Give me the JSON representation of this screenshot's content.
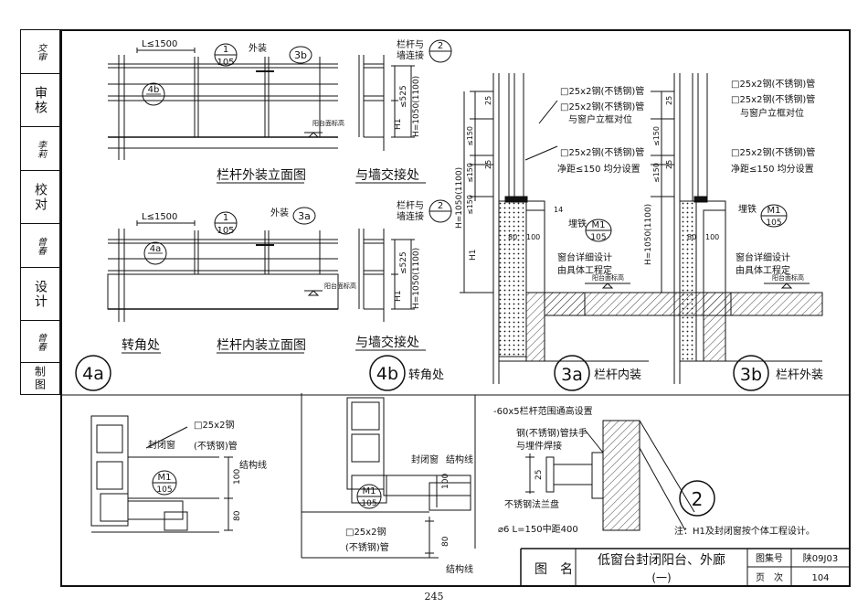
{
  "sidebar": {
    "cells": [
      "交审",
      "审核",
      "李莉",
      "校对",
      "曾春",
      "设计",
      "曾春",
      "制图"
    ]
  },
  "top_left": {
    "len_label": "L≤1500",
    "callout_num": "1",
    "callout_den": "105",
    "waizhuang": "外装",
    "callout3b": "3b",
    "wall_label1": "栏杆与",
    "wall_label2": "墙连接",
    "callout_2": "2",
    "c4b": "4b",
    "h525": "≤525",
    "h1": "H1",
    "h1050": "H=1050(1100)",
    "yangtai": "阳台面标高",
    "title_elev": "栏杆外装立面图",
    "title_wall": "与墙交接处"
  },
  "mid_left": {
    "len_label": "L≤1500",
    "callout_num": "1",
    "callout_den": "105",
    "waizhuang": "外装",
    "callout3a": "3a",
    "wall_label1": "栏杆与",
    "wall_label2": "墙连接",
    "callout_2": "2",
    "c4a": "4a",
    "h525": "≤525",
    "h1": "H1",
    "h1050": "H=1050(1100)",
    "yangtai": "阳台面标高",
    "title_corner": "转角处",
    "title_elev": "栏杆内装立面图",
    "title_wall": "与墙交接处"
  },
  "labels_4": {
    "a": "4a",
    "b": "4b",
    "corner": "转角处"
  },
  "section_3a": {
    "pipe1": "□25x2钢(不锈钢)管",
    "pipe2": "□25x2钢(不锈钢)管",
    "pipe2b": "与窗户立框对位",
    "pipe3": "□25x2钢(不锈钢)管",
    "pipe3b": "净距≤150 均分设置",
    "d25": "25",
    "d150": "≤150",
    "d150b": "≤150",
    "d25b": "25",
    "d150c": "≤150",
    "h": "H=1050(1100)",
    "h1": "H1",
    "d80": "80",
    "d100": "100",
    "d14": "14",
    "m1": "M1",
    "m1den": "105",
    "maitie": "埋铁",
    "note1": "窗台详细设计",
    "note2": "由具体工程定",
    "yangtai": "阳台面标高",
    "label": "3a",
    "caption": "栏杆内装"
  },
  "section_3b": {
    "pipe1": "□25x2钢(不锈钢)管",
    "pipe2": "□25x2钢(不锈钢)管",
    "pipe2b": "与窗户立框对位",
    "pipe3": "□25x2钢(不锈钢)管",
    "pipe3b": "净距≤150 均分设置",
    "d25": "25",
    "d150": "≤150",
    "d150b": "≤150",
    "d25b": "25",
    "h": "H=1050(1100)",
    "d80": "80",
    "d100": "100",
    "m1": "M1",
    "m1den": "105",
    "maitie": "埋铁",
    "note1": "窗台详细设计",
    "note2": "由具体工程定",
    "yangtai": "阳台面标高",
    "label": "3b",
    "caption": "栏杆外装"
  },
  "bottom_4a": {
    "pipe": "□25x2钢",
    "pipe2": "(不锈钢)管",
    "fengbi": "封闭窗",
    "m1": "M1",
    "m1den": "105",
    "jiegou": "结构线",
    "d100": "100",
    "d80": "80"
  },
  "bottom_4b": {
    "fengbi": "封闭窗",
    "jiegou": "结构线",
    "m1": "M1",
    "m1den": "105",
    "d100": "100",
    "d80": "80",
    "pipe": "□25x2钢",
    "pipe2": "(不锈钢)管",
    "jiegou2": "结构线"
  },
  "detail_2": {
    "t1": "-60x5栏杆范围通高设置",
    "t2": "钢(不锈钢)管扶手",
    "t3": "与埋件焊接",
    "d25": "25",
    "t4": "不锈钢法兰盘",
    "t5": "⌀6 L=150中距400",
    "label": "2"
  },
  "note": "注：H1及封闭窗按个体工程设计。",
  "titleblock": {
    "tuming": "图　名",
    "title": "低窗台封闭阳台、外廊",
    "sub": "(一)",
    "tujihao": "图集号",
    "code": "陕09J03",
    "yeci": "页　次",
    "page": "104"
  },
  "page_number": "245"
}
